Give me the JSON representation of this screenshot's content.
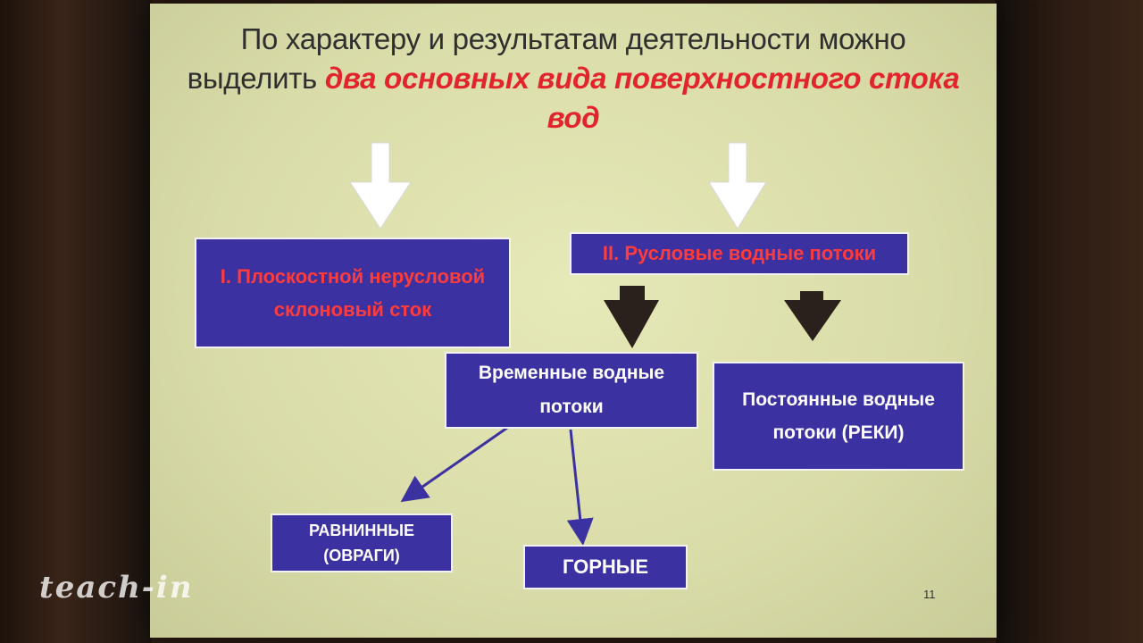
{
  "slide": {
    "title_line1": "По характеру и результатам деятельности можно",
    "title_line2_prefix": "выделить ",
    "title_line2_accent": "два основных вида поверхностного стока",
    "title_line3_accent": "вод",
    "page_number": "11"
  },
  "boxes": {
    "sheet_runoff": "I. Плоскостной нерусловой склоновый сток",
    "channel_flows": "II. Русловые водные потоки",
    "temporary_flows": "Временные водные потоки",
    "permanent_flows": "Постоянные водные потоки (РЕКИ)",
    "plain": "РАВНИННЫЕ (ОВРАГИ)",
    "mountain": "ГОРНЫЕ"
  },
  "colors": {
    "box_fill": "#3b31a0",
    "accent_red": "#e2242c",
    "arrow_dark": "#2b211c",
    "arrow_light": "#ffffff",
    "connector_blue": "#3b31a0"
  },
  "watermark": "teach-in"
}
